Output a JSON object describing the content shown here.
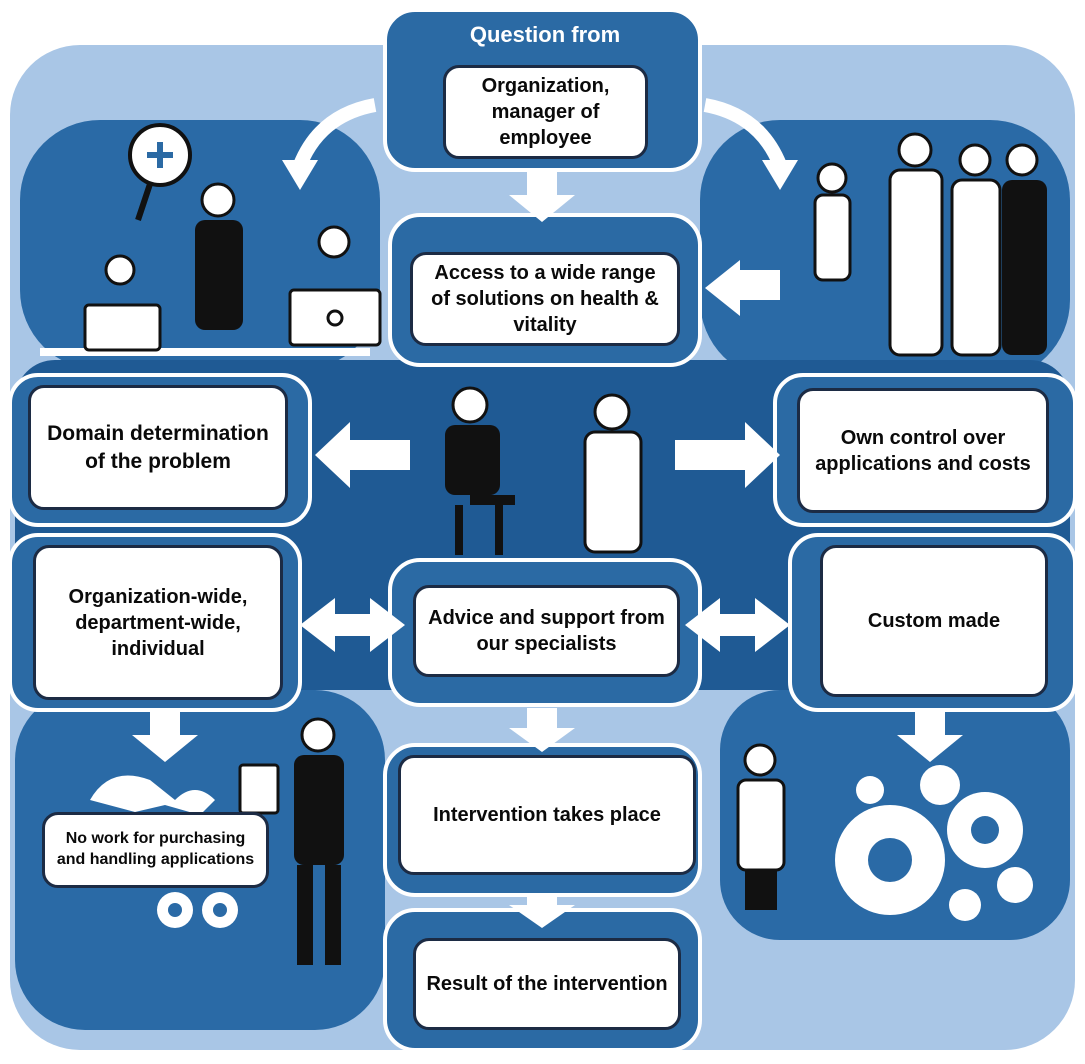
{
  "header": {
    "label": "Question from"
  },
  "boxes": {
    "source": "Organization, manager of employee",
    "access": "Access to a wide range of solutions on health & vitality",
    "domain": "Domain determination of the problem",
    "control": "Own control over applications and costs",
    "scope": "Organization-wide, department-wide, individual",
    "advice": "Advice and support from our specialists",
    "custom": "Custom made",
    "no_work": "No work for purchasing and handling applications",
    "intervention": "Intervention takes place",
    "result": "Result of the intervention"
  },
  "colors": {
    "outer_light": "#a9c6e6",
    "panel_mid": "#2b6aa4",
    "panel_dark": "#1f5a94",
    "box_border": "#1c2b44",
    "arrow": "#ffffff"
  },
  "icons": [
    "people-group-icon",
    "office-workers-icon",
    "consultant-icon",
    "gears-icon",
    "handshake-icon",
    "doctor-icon"
  ]
}
